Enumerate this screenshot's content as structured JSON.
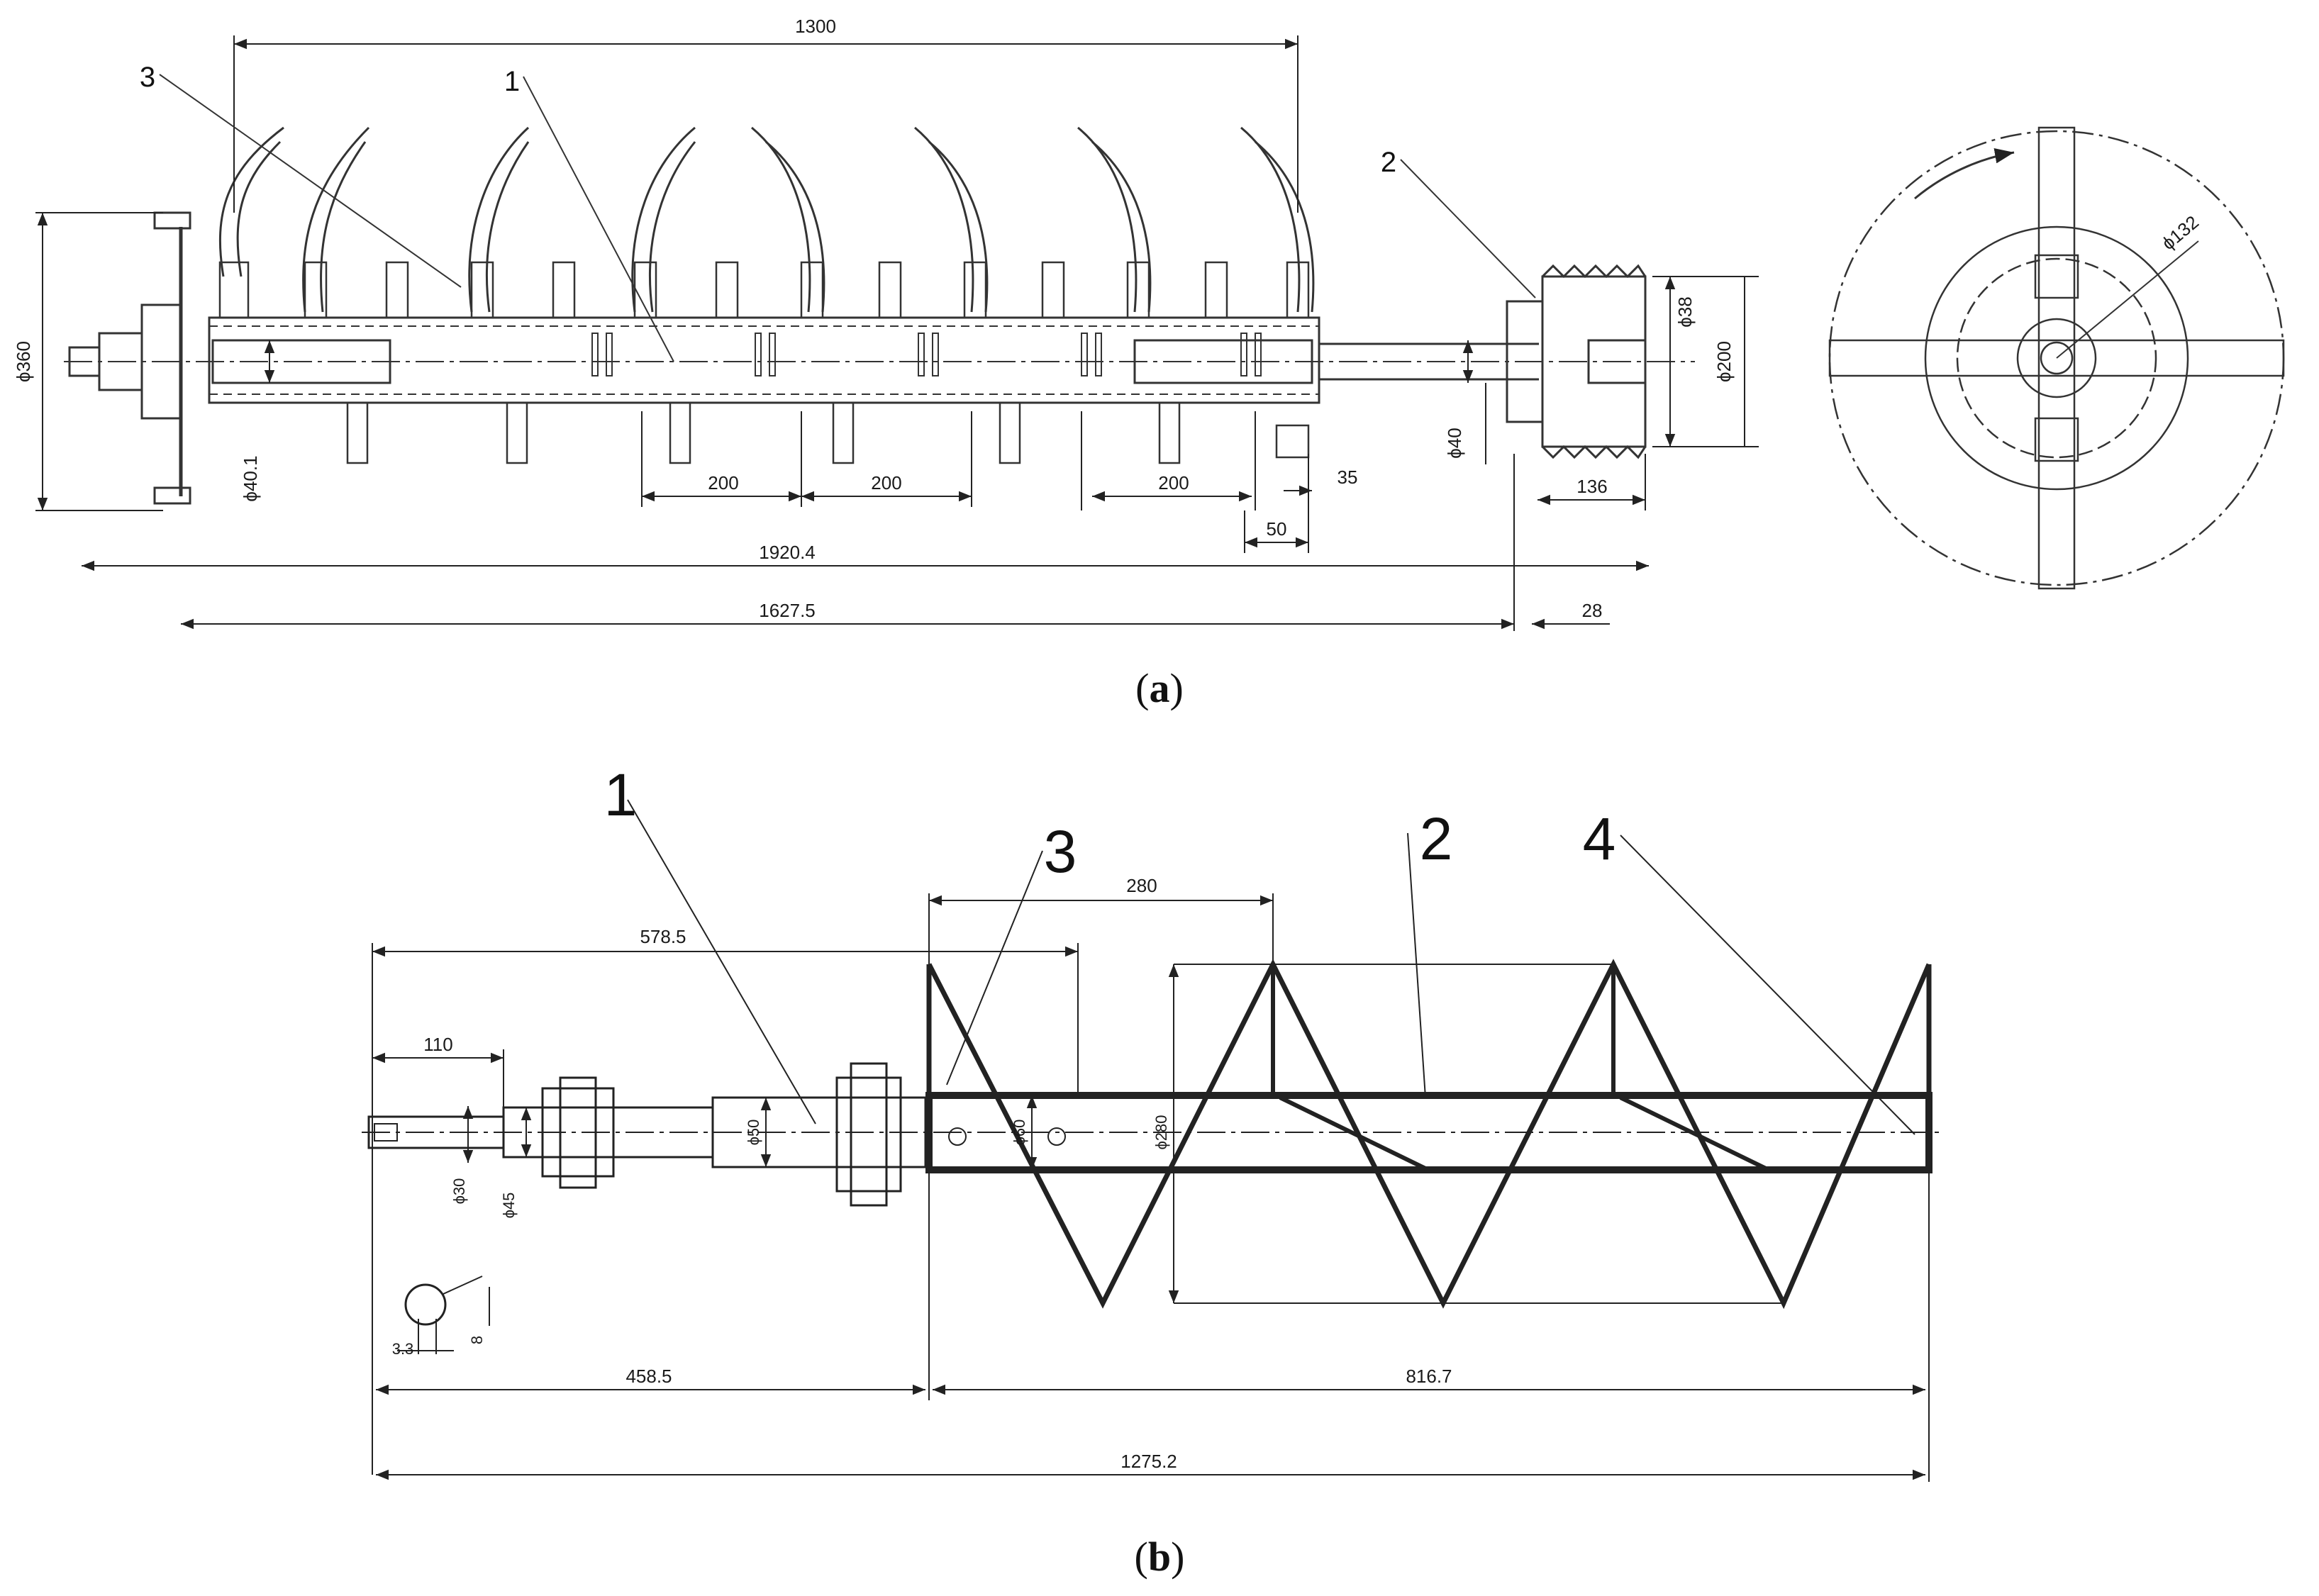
{
  "figure_a": {
    "caption_open": "(",
    "caption_letter": "a",
    "caption_close": ")",
    "callouts": [
      "1",
      "2",
      "3"
    ],
    "dims": {
      "top_span": "1300",
      "d360": "ϕ360",
      "d40_1": "ϕ40.1",
      "d38": "ϕ38",
      "d40": "ϕ40",
      "d200": "ϕ200",
      "sp1": "200",
      "sp2": "200",
      "sp3": "200",
      "d35": "35",
      "d50": "50",
      "d136": "136",
      "total": "1920.4",
      "body": "1627.5",
      "d28": "28",
      "d132": "ϕ132"
    }
  },
  "figure_b": {
    "caption_open": "(",
    "caption_letter": "b",
    "caption_close": ")",
    "callouts": [
      "1",
      "2",
      "3",
      "4"
    ],
    "dims": {
      "pitch": "280",
      "shaft_len": "578.5",
      "d110": "110",
      "d30": "ϕ30",
      "d45": "ϕ45",
      "d50": "ϕ50",
      "d60": "ϕ60",
      "d280": "ϕ280",
      "key_w": "3.3",
      "key_h": "8",
      "seg1": "458.5",
      "seg2": "816.7",
      "total": "1275.2"
    }
  }
}
